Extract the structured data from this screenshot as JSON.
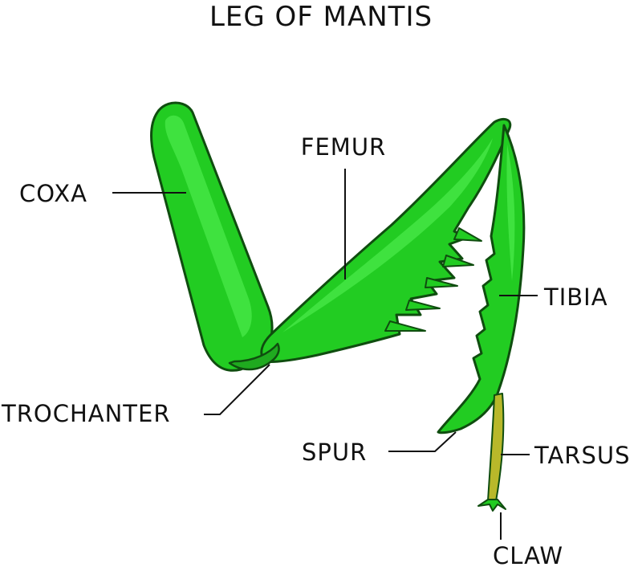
{
  "title": "LEG OF MANTIS",
  "labels": {
    "coxa": "COXA",
    "femur": "FEMUR",
    "tibia": "TIBIA",
    "trochanter": "TROCHANTER",
    "spur": "SPUR",
    "tarsus": "TARSUS",
    "claw": "CLAW"
  },
  "colors": {
    "leg_fill": "#22cc22",
    "leg_highlight": "#3fe23f",
    "leg_shadow": "#1faa1f",
    "outline": "#0f4d0f",
    "tarsus_fill": "#b8b82a",
    "leader": "#111111"
  }
}
